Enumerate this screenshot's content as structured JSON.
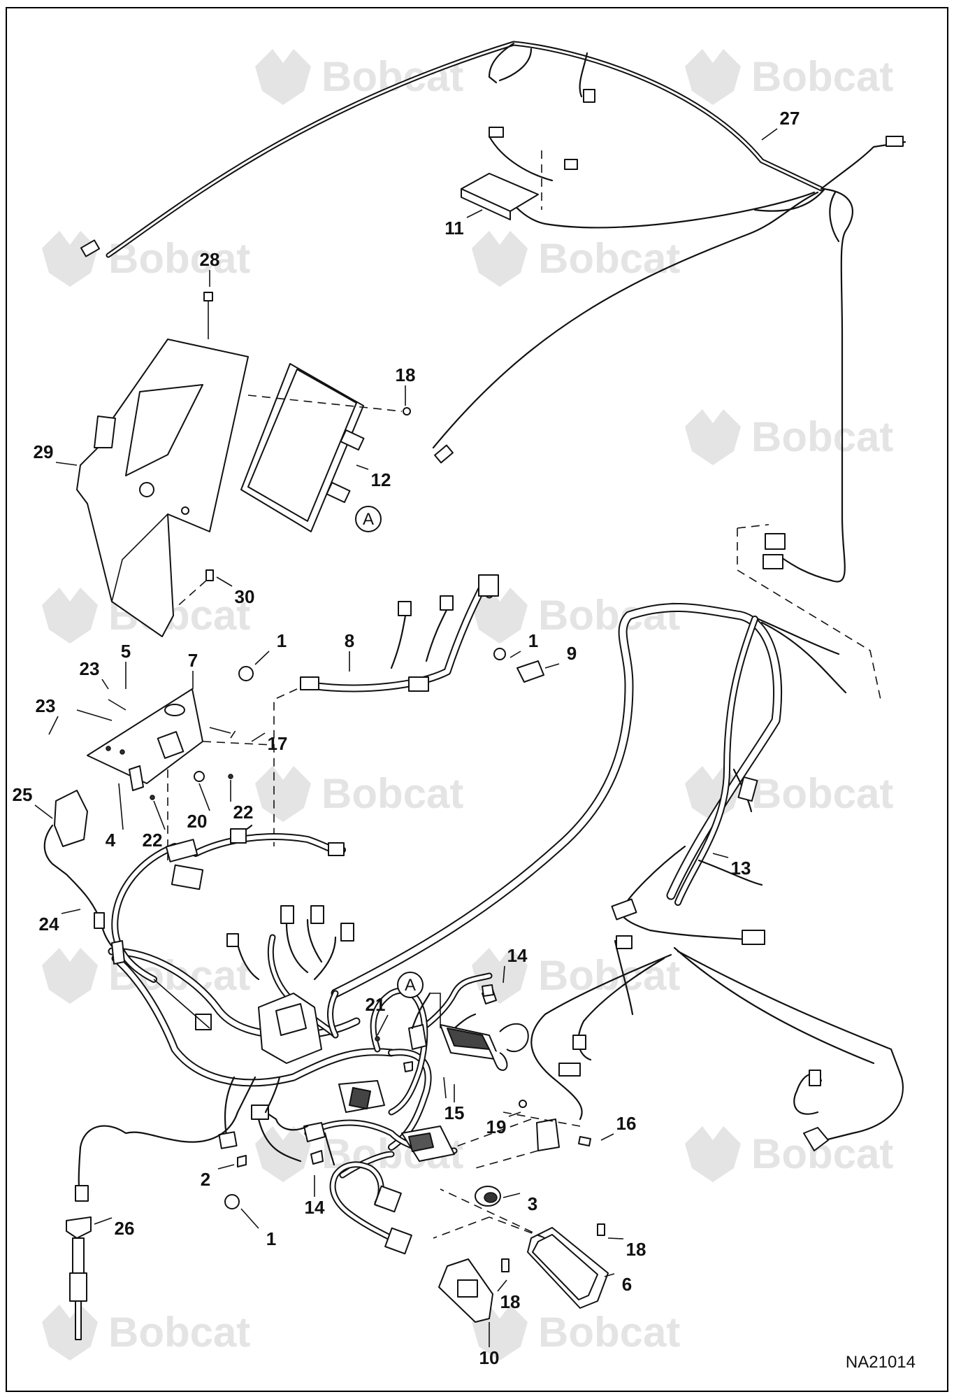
{
  "drawing": {
    "code": "NA21014",
    "watermark_text": "Bobcat",
    "reference_letter": "A",
    "callouts": [
      "1",
      "2",
      "3",
      "4",
      "5",
      "6",
      "7",
      "8",
      "9",
      "10",
      "11",
      "12",
      "13",
      "14",
      "15",
      "16",
      "17",
      "18",
      "19",
      "20",
      "21",
      "22",
      "23",
      "24",
      "25",
      "26",
      "27",
      "28",
      "29",
      "30"
    ]
  },
  "colors": {
    "line": "#111111",
    "watermark": "#e4e4e4",
    "background": "#ffffff"
  }
}
